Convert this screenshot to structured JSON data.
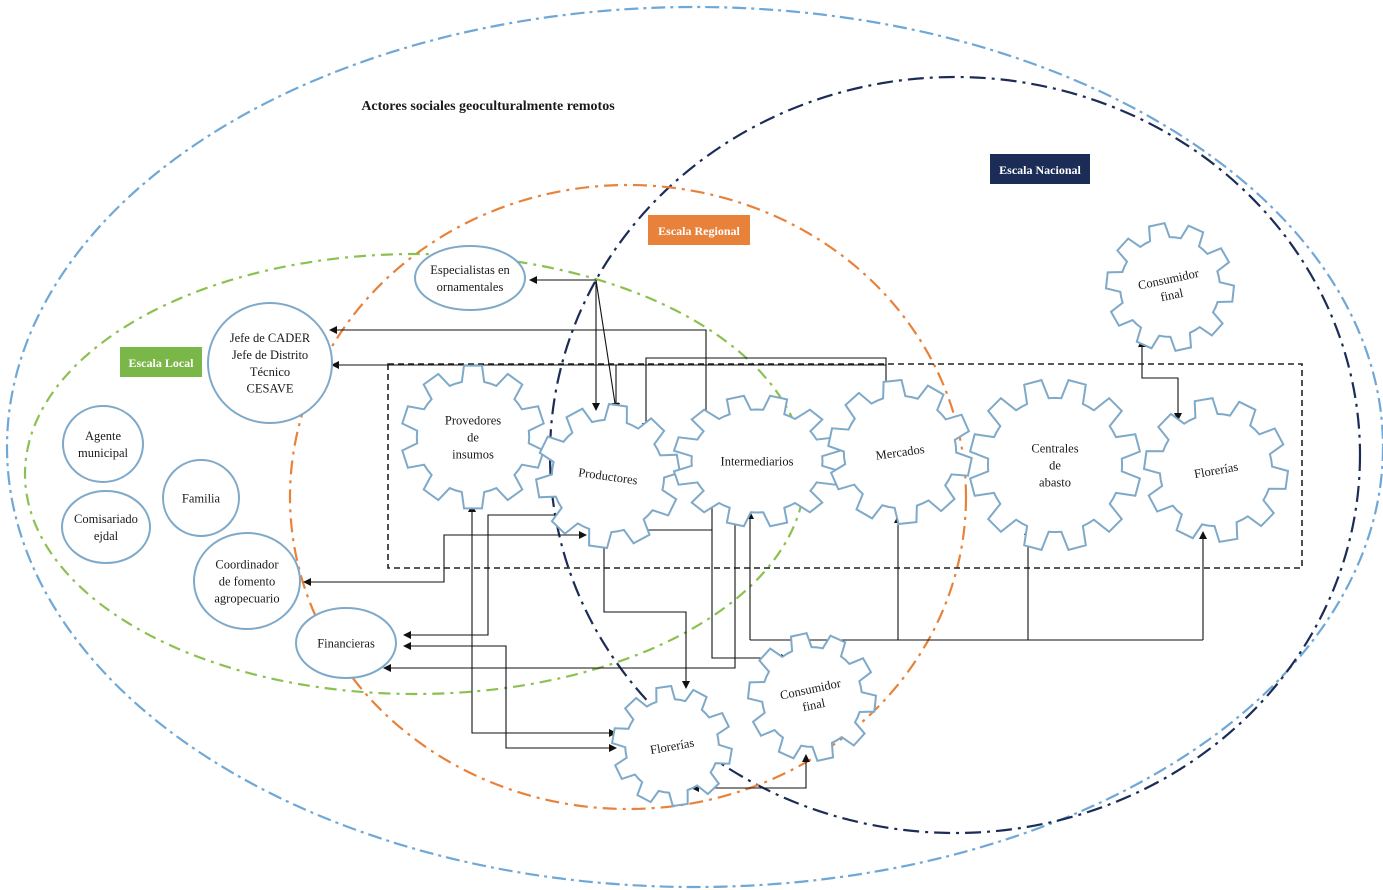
{
  "title": "Actores sociales geoculturalmente remotos",
  "colors": {
    "remote": "#6fa8d6",
    "national": "#1b2d57",
    "regional": "#e8823a",
    "local": "#8cc152",
    "actor_stroke": "#7fa9c9",
    "badge_national": "#1b2d57",
    "badge_regional": "#e8823a",
    "badge_local": "#7ab648"
  },
  "scales": {
    "national": "Escala Nacional",
    "regional": "Escala Regional",
    "local": "Escala Local"
  },
  "actors": {
    "especialistas": [
      "Especialistas en",
      "ornamentales"
    ],
    "jefe_cader": [
      "Jefe de CADER",
      "Jefe de Distrito",
      "Técnico",
      "CESAVE"
    ],
    "agente": [
      "Agente",
      "municipal"
    ],
    "familia": [
      "Familia"
    ],
    "comisariado": [
      "Comisariado",
      "ejdal"
    ],
    "coordinador": [
      "Coordinador",
      "de fomento",
      "agropecuario"
    ],
    "financieras": [
      "Financieras"
    ],
    "proveedores": [
      "Provedores",
      "de",
      "insumos"
    ],
    "productores": [
      "Productores"
    ],
    "intermediarios": [
      "Intermediarios"
    ],
    "mercados": [
      "Mercados"
    ],
    "centrales": [
      "Centrales",
      "de",
      "abasto"
    ],
    "florerias_nacional": [
      "Florerías"
    ],
    "consumidor_nacional": [
      "Consumidor",
      "final"
    ],
    "florerias_bottom": [
      "Florerías"
    ],
    "consumidor_bottom": [
      "Consumidor",
      "final"
    ]
  }
}
